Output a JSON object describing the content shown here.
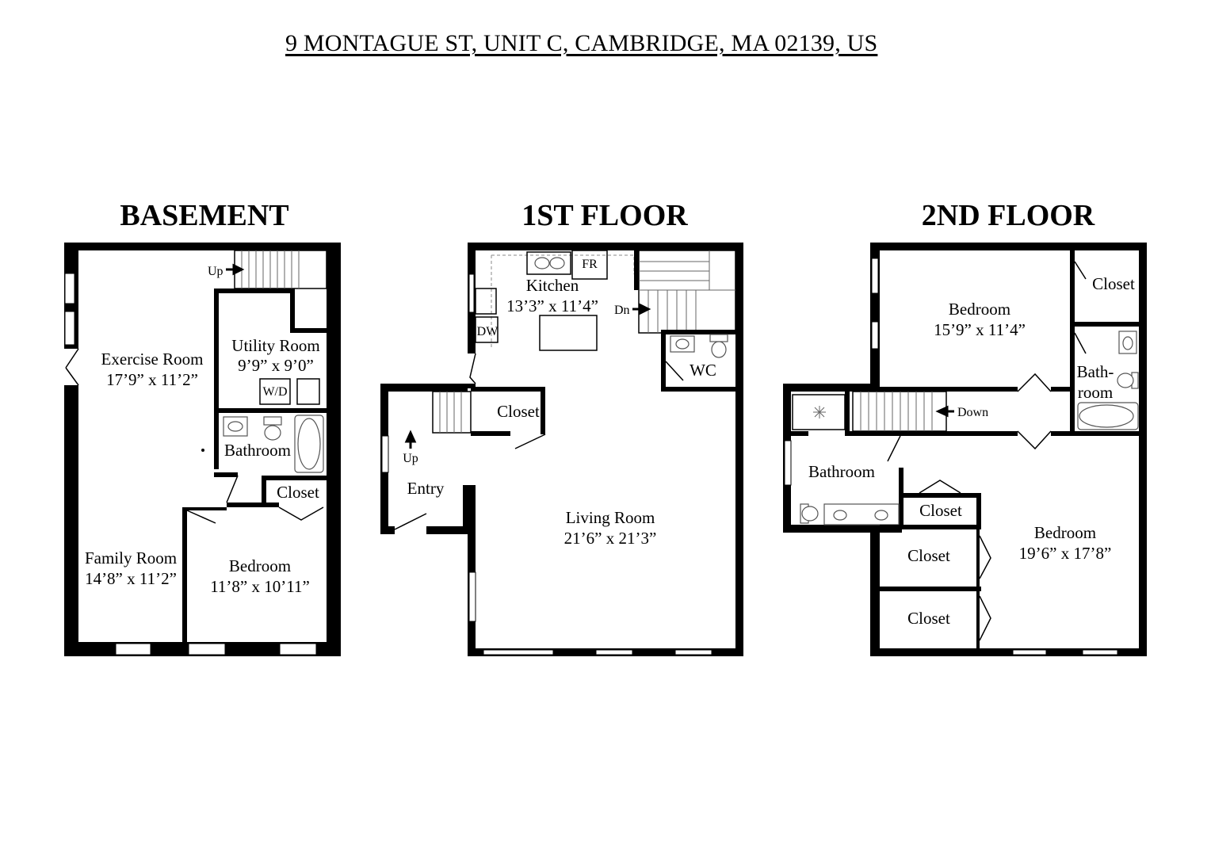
{
  "address": "9 MONTAGUE ST, UNIT C, CAMBRIDGE, MA 02139, US",
  "basement": {
    "title": "BASEMENT",
    "up": "Up",
    "exercise_name": "Exercise Room",
    "exercise_dim": "17’9” x 11’2”",
    "utility_name": "Utility Room",
    "utility_dim": "9’9” x 9’0”",
    "wd": "W/D",
    "bathroom": "Bathroom",
    "closet": "Closet",
    "family_name": "Family Room",
    "family_dim": "14’8” x 11’2”",
    "bedroom_name": "Bedroom",
    "bedroom_dim": "11’8” x 10’11”"
  },
  "first": {
    "title": "1ST FLOOR",
    "fr": "FR",
    "kitchen_name": "Kitchen",
    "kitchen_dim": "13’3” x 11’4”",
    "dn": "Dn",
    "dw": "DW",
    "wc": "WC",
    "closet": "Closet",
    "up": "Up",
    "entry": "Entry",
    "living_name": "Living Room",
    "living_dim": "21’6” x 21’3”"
  },
  "second": {
    "title": "2ND FLOOR",
    "closet_top": "Closet",
    "bedroom1_name": "Bedroom",
    "bedroom1_dim": "15’9” x 11’4”",
    "bath_small_1": "Bath-",
    "bath_small_2": "room",
    "down": "Down",
    "bathroom": "Bathroom",
    "closet_mid": "Closet",
    "closet_a": "Closet",
    "closet_b": "Closet",
    "bedroom2_name": "Bedroom",
    "bedroom2_dim": "19’6” x 17’8”"
  },
  "icons": [
    "arrow-right-icon",
    "arrow-up-icon",
    "arrow-left-icon",
    "door-swing-icon",
    "sink-icon",
    "toilet-icon",
    "bathtub-icon",
    "stairs-icon"
  ]
}
